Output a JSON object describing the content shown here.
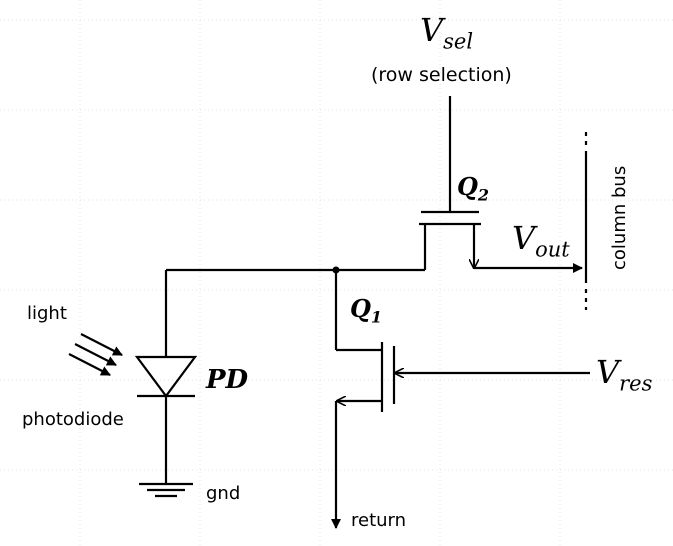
{
  "labels": {
    "v_sel": {
      "main": "V",
      "sub": "sel"
    },
    "row_selection": "(row selection)",
    "q2": {
      "main": "Q",
      "sub": "2"
    },
    "v_out": {
      "main": "V",
      "sub": "out"
    },
    "column_bus": "column bus",
    "q1": {
      "main": "Q",
      "sub": "1"
    },
    "v_res": {
      "main": "V",
      "sub": "res"
    },
    "light": "light",
    "pd": "PD",
    "photodiode": "photodiode",
    "gnd": "gnd",
    "return": "return"
  },
  "colors": {
    "wire": "#000000",
    "grid": "#e6e6e6"
  }
}
